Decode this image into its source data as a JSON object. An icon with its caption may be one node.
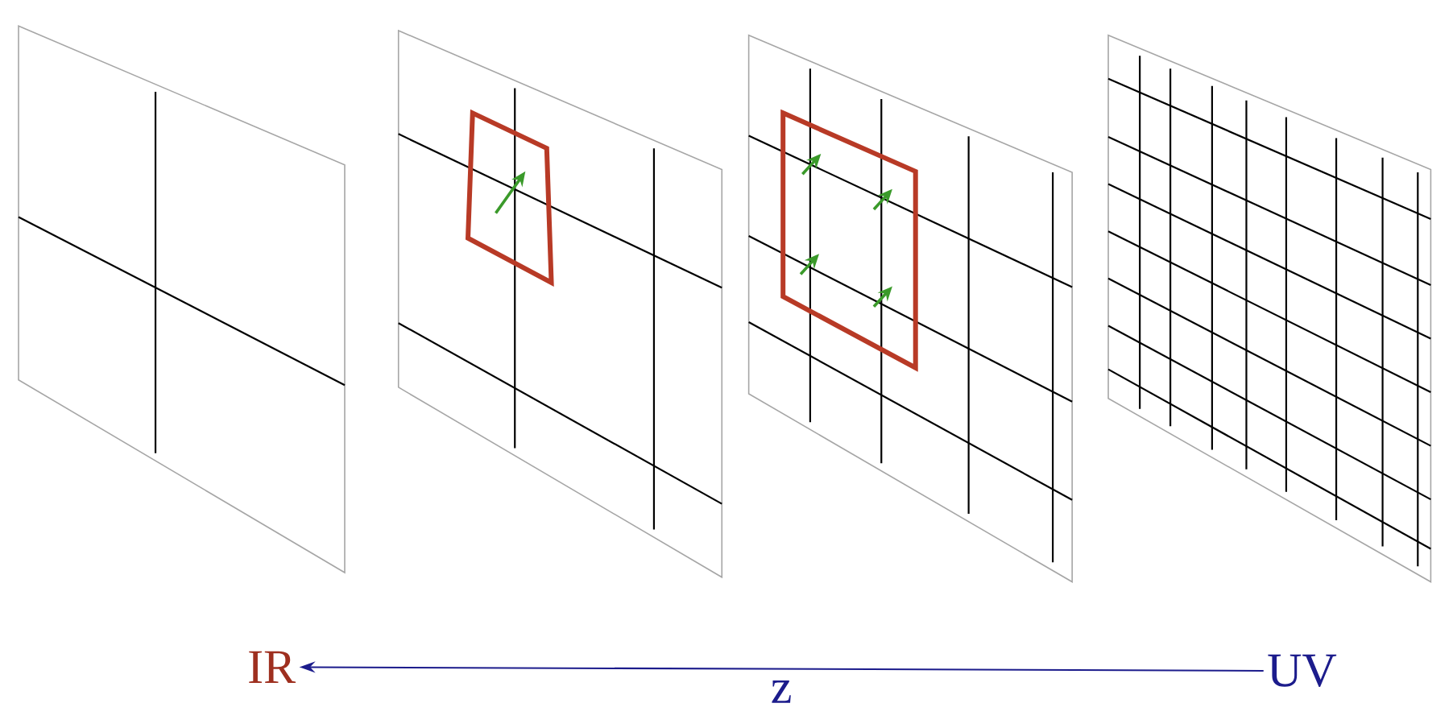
{
  "diagram": {
    "nodes": [
      {
        "text": [
          "IR"
        ]
      },
      {
        "text": [
          "UV"
        ]
      }
    ],
    "edges": [
      {
        "from": 1,
        "to": 0,
        "arrow": "to",
        "label": "z"
      }
    ]
  }
}
